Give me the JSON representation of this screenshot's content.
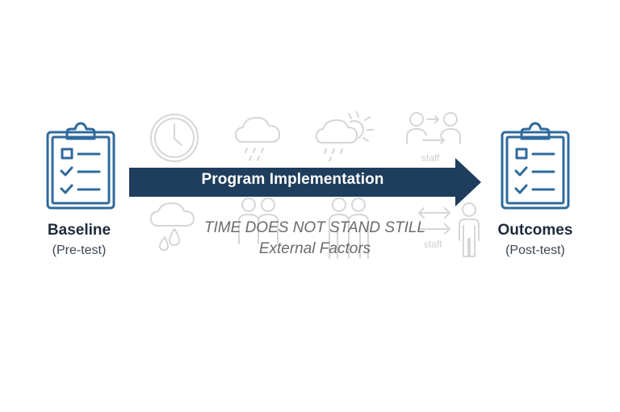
{
  "diagram": {
    "title": "Program Implementation",
    "colors": {
      "arrow": "#1f3d5c",
      "clipboard": "#2f6a9c",
      "label_dark": "#1e2a3a",
      "faint_icons": "#d6d6d6",
      "external_text": "#6b6b6b"
    },
    "baseline": {
      "icon": "clipboard-checklist-icon",
      "label": "Baseline",
      "sublabel": "(Pre-test)"
    },
    "outcomes": {
      "icon": "clipboard-checklist-icon",
      "label": "Outcomes",
      "sublabel": "(Post-test)"
    },
    "arrow": {
      "label": "Program Implementation"
    },
    "external": {
      "line1": "TIME DOES NOT STAND STILL",
      "line2": "External Factors"
    },
    "background_icons": {
      "top": [
        "clock-icon",
        "rain-cloud-icon",
        "sun-cloud-rain-icon",
        "staff-change-icon"
      ],
      "bottom": [
        "storm-cloud-icon",
        "people-pair-icon",
        "people-pair-icon",
        "staff-swap-icon",
        "person-icon"
      ],
      "staff_label_top": "staff",
      "staff_label_bottom": "staff"
    }
  }
}
